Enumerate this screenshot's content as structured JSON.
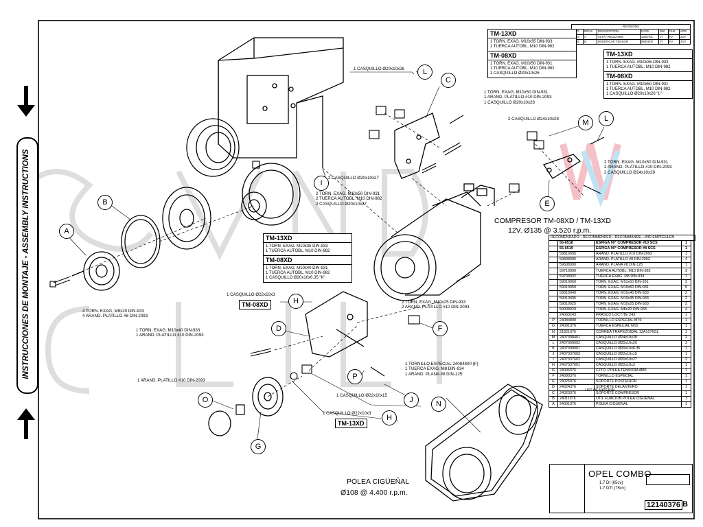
{
  "side_label": "INSTRUCCIONES DE MONTAJE - ASSEMBLY INSTRUCTIONS",
  "watermark_text": "SANDEN",
  "watermark_text_2": "CEILIE",
  "revisions": {
    "title": "REVISIONS",
    "headers": [
      "ECO",
      "REVS",
      "DESCRIPTION",
      "DATE",
      "DW",
      "CHK",
      "APR"
    ],
    "rows": [
      [
        "3633",
        "A",
        "ALTA / RELEASED",
        "13/07/01",
        "JT",
        "FV",
        "JOY"
      ],
      [
        "3635",
        "B",
        "MODIFICAR TENSOR",
        "08/04/03",
        "JT",
        "FV",
        "JOY"
      ]
    ]
  },
  "boxes": {
    "top_center": {
      "h1": "TM-13XD",
      "r1": [
        "1 TORN. EXAG. M10x35 DIN-933",
        "1 TUERCA AUTOBL. M10 DIN-982"
      ],
      "h2": "TM-08XD",
      "r2": [
        "1 TORN. EXAG. M10x50 DIN-931",
        "1 TUERCA AUTOBL. M10 DIN-982",
        "1 CASQUILLO Ø20x10x26"
      ]
    },
    "top_right": {
      "h1": "TM-13XD",
      "r1": [
        "1 TORN. EXAG. M10x35 DIN-933",
        "1 TUERCA AUTOBL. M10 DIN-982"
      ],
      "h2": "TM-08XD",
      "r2": [
        "1 TORN. EXAG. M10x50 DIN-931",
        "1 TUERCA AUTOBL. M10 DIN-982",
        "1 CASQUILLO Ø20x10x26 \"L\""
      ]
    },
    "mid_left": {
      "h1": "TM-13XD",
      "r1": [
        "1 TORN. EXAG. M10x35 DIN-933",
        "1 TUERCA AUTOBL. M10 DIN-982"
      ],
      "h2": "TM-08XD",
      "r2": [
        "1 TORN. EXAG. M10x40 DIN-931",
        "1 TUERCA AUTOBL. M10 DIN-982",
        "1 CASQUILLO Ø20x10x6.35 \"K\""
      ]
    }
  },
  "callouts": {
    "casquillo_l": "1 CASQUILLO Ø20x10x26",
    "c_group": "1 TORN. EXAG. M10x50 DIN-931\n1 ARAND. PLATILLO #10 DIN-2093\n1 CASQUILLO Ø20x10x28",
    "m_group": "2 CASQUILLO Ø24x10x28",
    "e_group": "2 TORN. EXAG. M10x50 DIN-931\n2 ARAND. PLATILLO #10 DIN-2093\n2 CASQUILLO Ø24x10x28",
    "i_label": "2 CASQUILLO Ø20x10x27",
    "i_group": "2 TORN. EXAG. M10x50 DIN-931\n2 TUERCA AUTOBL. M10 DIN-982\n2 CASQUILLO Ø20x10x27",
    "f_group": "2 TORN. EXAG. M10x25 DIN-933\n2 ARAND. PLATILLO #10 DIN-2093",
    "a_group": "4 TORN. EXAG. M8x20 DIN-933\n4 ARAND. PLATILLO #8 DIN-2093",
    "h_label": "1 CASQUILLO Ø22x10x3",
    "d_group": "1 TORN. EXAG. M10x40 DIN-933\n1 ARAND. PLATILLO #10 DIN-2093",
    "p_group": "1 TORNILLO ESPECIAL 24084800 (F)\n1 TUERCA EXAG. M8 DIN-934\n1 ARAND. PLANA #8 DIN-125",
    "g_label": "1 ARAND. PLATILLO #10 DIN-2093",
    "j_label": "1 CASQUILLO Ø22x10x15",
    "h2_label": "1 CASQUILLO Ø22x10x3"
  },
  "tags": {
    "tm08_left": "TM-08XD",
    "tm13_bottom": "TM-13XD"
  },
  "compressor_line1": "COMPRESOR TM-08XD / TM-13XD",
  "compressor_line2": "12V. Ø135 @ 3.520 r.p.m.",
  "pulley_line1": "POLEA CIGÜEÑAL",
  "pulley_line2": "Ø108 @ 4.400 r.p.m.",
  "letters": [
    "A",
    "B",
    "C",
    "D",
    "E",
    "F",
    "G",
    "H",
    "I",
    "J",
    "L",
    "M",
    "N",
    "O",
    "P"
  ],
  "bom_header": "RECOMENDADO—RECOMMENDED—RECOMMANDÉ—WIR EMPFEHLEN",
  "bom": [
    [
      "",
      "55-6518",
      "ESPIGA 90° COMPRESOR #10 SCS",
      "1"
    ],
    [
      "",
      "55-6519",
      "ESPIGA 90° COMPRESOR #8 SCS",
      "1"
    ],
    [
      "",
      "59810005",
      "ARAND. PLATILLO #10 DIN-2093",
      "1"
    ],
    [
      "",
      "59808005",
      "ARAND. PLATILLO #8 DIN-2093",
      "4"
    ],
    [
      "",
      "59608000",
      "ARAND. PLANA #8 DIN-125",
      "1"
    ],
    [
      "",
      "59710000",
      "TUERCA AUTOBL. M10 DIN-982",
      "3"
    ],
    [
      "",
      "59708002",
      "TUERCA EXAG. M8 DIN-934",
      "1"
    ],
    [
      "",
      "59010060",
      "TORN. EXAC. M10x60 DIN-931",
      "2"
    ],
    [
      "",
      "59010050",
      "TORN. EXAG. M10x50 DIN-931",
      "5"
    ],
    [
      "",
      "59010040",
      "TORN. EXAG. M10x40 DIN-933",
      "2"
    ],
    [
      "",
      "59010035",
      "TORN. EXAG. M10x35 DIN-933",
      "2"
    ],
    [
      "",
      "59010025",
      "TORN. EXAG. M10x25 DIN-933",
      "2"
    ],
    [
      "",
      "59008020",
      "TORN. EXAG. M8x20 DIN-933",
      "4"
    ],
    [
      "",
      "24093243",
      "FRASCO LOCTITE 243",
      "1"
    ],
    [
      "P",
      "24084800",
      "TORNILLO ESPECIAL M70",
      "1"
    ],
    [
      "O",
      "24091376",
      "TUERCA ESPECIAL M10",
      "1"
    ],
    [
      "N",
      "21821076",
      "CORREA TRAPEZOIDAL 13A1076GL",
      "1"
    ],
    [
      "M",
      "2407308401",
      "CASQUILLO Ø24x10x28",
      "2"
    ],
    [
      "L",
      "2407000002",
      "CASQUILLO Ø20x10x26",
      "3"
    ],
    [
      "K",
      "2407000001",
      "CASQUILLO Ø20x10x6.35",
      "1"
    ],
    [
      "J",
      "2407337603",
      "CASQUILLO Ø22x10x15",
      "1"
    ],
    [
      "I",
      "2407337602",
      "CASQUILLO Ø20x10x27",
      "2"
    ],
    [
      "H",
      "2407337601",
      "CASQUILLO Ø22x10x3",
      "1"
    ],
    [
      "G",
      "24006376",
      "CJTO. POLEA TENSORA Ø80",
      "1"
    ],
    [
      "F",
      "24090376",
      "TORNILLO ESPECIAL",
      "1"
    ],
    [
      "E",
      "24025376",
      "SOPORTE POSTERIOR",
      "1"
    ],
    [
      "D",
      "24024376",
      "SOPORTE DELANTERO",
      "1"
    ],
    [
      "C",
      "24023376",
      "SOPORTE COMPRESOR",
      "1"
    ],
    [
      "B",
      "24011376",
      "UTIL FIJACION POLEA CIGÜEÑAL",
      "1"
    ],
    [
      "A",
      "24001376",
      "POLEA CIGÜEÑAL",
      "1"
    ]
  ],
  "bom_footer": "LIST OF MATERIAL",
  "title_block": {
    "model": "OPEL COMBO",
    "engine1": "1.7 DI (65cv)",
    "engine2": "1.7 DTI (75cv)",
    "drawing_no": "12140376",
    "rev": "B"
  }
}
